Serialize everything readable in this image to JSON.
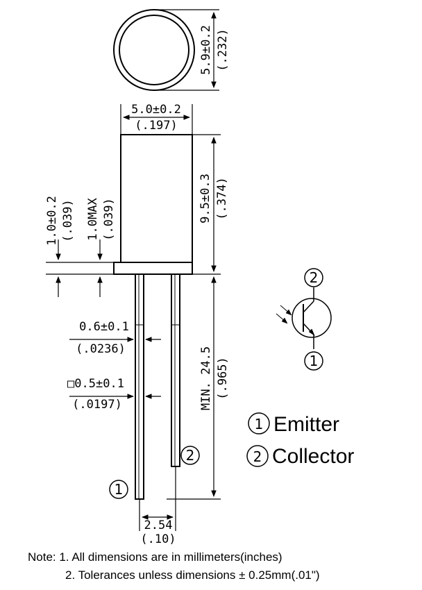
{
  "dimensions": {
    "lens_diameter": {
      "mm": "5.9±0.2",
      "inch": "(.232)"
    },
    "body_width": {
      "mm": "5.0±0.2",
      "inch": "(.197)"
    },
    "body_height": {
      "mm": "9.5±0.3",
      "inch": "(.374)"
    },
    "flange_thickness": {
      "mm": "1.0±0.2",
      "inch": "(.039)"
    },
    "flange_max": {
      "mm": "1.0MAX",
      "inch": "(.039)"
    },
    "lead_width": {
      "mm": "0.6±0.1",
      "inch": "(.0236)"
    },
    "lead_square": {
      "mm": "□0.5±0.1",
      "inch": "(.0197)"
    },
    "lead_length": {
      "mm": "MIN. 24.5",
      "inch": "(.965)"
    },
    "lead_spacing": {
      "mm": "2.54",
      "inch": "(.10)"
    }
  },
  "pins": {
    "pin1": "1",
    "pin2": "2"
  },
  "legend": [
    {
      "number": "1",
      "label": "Emitter"
    },
    {
      "number": "2",
      "label": "Collector"
    }
  ],
  "notes": {
    "line1": "Note: 1. All dimensions are in millimeters(inches)",
    "line2": "2. Tolerances unless dimensions ± 0.25mm(.01\")"
  }
}
